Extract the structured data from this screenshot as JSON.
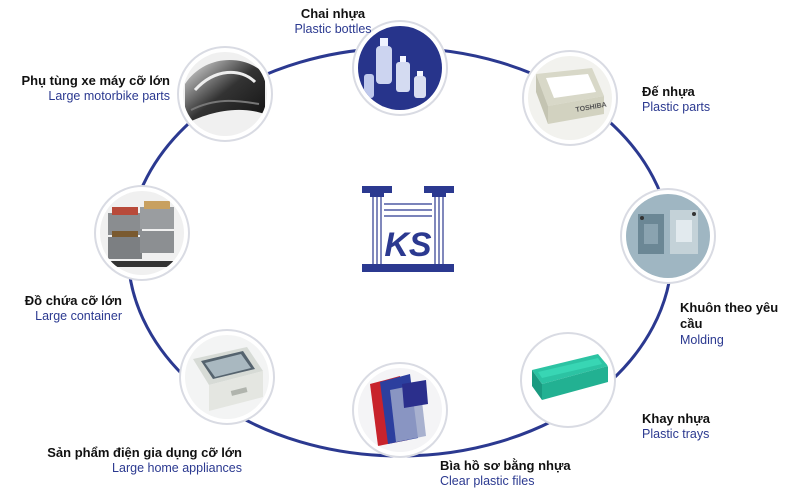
{
  "colors": {
    "ring": "#2b3990",
    "circle_border": "#d9dbe3",
    "vi_text": "#111111",
    "en_text": "#2b3990",
    "logo": "#2b3990"
  },
  "logo": {
    "text": "KS"
  },
  "products": [
    {
      "id": "bottles",
      "vi": "Chai nhựa",
      "en": "Plastic bottles",
      "icon": "bottles-icon"
    },
    {
      "id": "bases",
      "vi": "Đế nhựa",
      "en": "Plastic parts",
      "icon": "plastic-base-icon"
    },
    {
      "id": "molding",
      "vi": "Khuôn theo yêu cầu",
      "en": "Molding",
      "icon": "mold-icon"
    },
    {
      "id": "trays",
      "vi": "Khay nhựa",
      "en": "Plastic trays",
      "icon": "tray-icon"
    },
    {
      "id": "files",
      "vi": "Bìa hồ sơ bằng nhựa",
      "en": "Clear plastic files",
      "icon": "folder-icon"
    },
    {
      "id": "appliances",
      "vi": "Sản phẩm điện gia dụng cỡ lớn",
      "en": "Large home appliances",
      "icon": "appliance-icon"
    },
    {
      "id": "container",
      "vi": "Đồ chứa cỡ lớn",
      "en": "Large container",
      "icon": "crate-icon"
    },
    {
      "id": "motorbike",
      "vi": "Phụ tùng xe máy cỡ lớn",
      "en": "Large motorbike parts",
      "icon": "motorbike-part-icon"
    }
  ]
}
